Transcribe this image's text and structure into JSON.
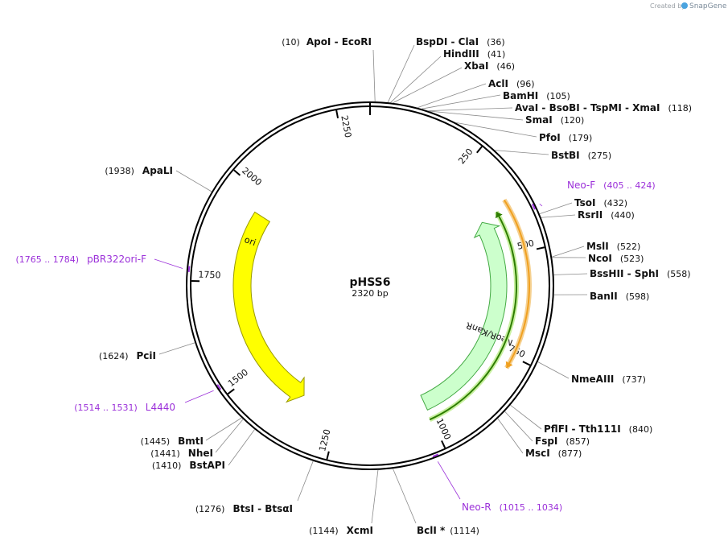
{
  "credit": {
    "prefix": "Created by",
    "brand": "SnapGene"
  },
  "plasmid": {
    "name": "pHSS6",
    "length_label": "2320 bp",
    "length": 2320
  },
  "ticks": [
    {
      "position": 250,
      "label": "250"
    },
    {
      "position": 500,
      "label": "500"
    },
    {
      "position": 750,
      "label": "750"
    },
    {
      "position": 1000,
      "label": "1000"
    },
    {
      "position": 1250,
      "label": "1250"
    },
    {
      "position": 1500,
      "label": "1500"
    },
    {
      "position": 1750,
      "label": "1750"
    },
    {
      "position": 2000,
      "label": "2000"
    },
    {
      "position": 2250,
      "label": "2250"
    }
  ],
  "features": [
    {
      "name": "ori",
      "start": 1360,
      "end": 1950,
      "direction": "reverse",
      "color": "#ffff00",
      "stroke": "#999900"
    },
    {
      "name": "NeoR/KanR",
      "start": 390,
      "end": 1000,
      "direction": "reverse",
      "color": "#ccffcc",
      "stroke": "#44aa44"
    }
  ],
  "orf_arrows": [
    {
      "start": 370,
      "end": 780,
      "direction": "forward",
      "color": "#f0a020",
      "edge": "#f5d090"
    },
    {
      "start": 385,
      "end": 1005,
      "direction": "reverse",
      "color": "#2e7d00",
      "edge": "#c8f0a0"
    }
  ],
  "sites": [
    {
      "names": "ApoI  -  EcoRI",
      "pos": "(10)"
    },
    {
      "names": "BspDI  -  ClaI",
      "pos": "(36)"
    },
    {
      "names": "HindIII",
      "pos": "(41)"
    },
    {
      "names": "XbaI",
      "pos": "(46)"
    },
    {
      "names": "AclI",
      "pos": "(96)"
    },
    {
      "names": "BamHI",
      "pos": "(105)"
    },
    {
      "names": "AvaI  -  BsoBI  -  TspMI  -  XmaI",
      "pos": "(118)"
    },
    {
      "names": "SmaI",
      "pos": "(120)"
    },
    {
      "names": "PfoI",
      "pos": "(179)"
    },
    {
      "names": "BstBI",
      "pos": "(275)"
    },
    {
      "names": "TsoI",
      "pos": "(432)"
    },
    {
      "names": "RsrII",
      "pos": "(440)"
    },
    {
      "names": "MslI",
      "pos": "(522)"
    },
    {
      "names": "NcoI",
      "pos": "(523)"
    },
    {
      "names": "BssHII  -  SphI",
      "pos": "(558)"
    },
    {
      "names": "BanII",
      "pos": "(598)"
    },
    {
      "names": "NmeAIII",
      "pos": "(737)"
    },
    {
      "names": "PflFI  -  Tth111I",
      "pos": "(840)"
    },
    {
      "names": "FspI",
      "pos": "(857)"
    },
    {
      "names": "MscI",
      "pos": "(877)"
    },
    {
      "names": "BclI *",
      "pos": "(1114)"
    },
    {
      "names": "XcmI",
      "pos": "(1144)"
    },
    {
      "names": "BtsI  -  BtsαI",
      "pos": "(1276)"
    },
    {
      "names": "BstAPI",
      "pos": "(1410)"
    },
    {
      "names": "NheI",
      "pos": "(1441)"
    },
    {
      "names": "BmtI",
      "pos": "(1445)"
    },
    {
      "names": "PciI",
      "pos": "(1624)"
    },
    {
      "names": "ApaLI",
      "pos": "(1938)"
    }
  ],
  "primers": [
    {
      "name": "Neo-F",
      "range": "(405 .. 424)",
      "position": 414
    },
    {
      "name": "Neo-R",
      "range": "(1015 .. 1034)",
      "position": 1024
    },
    {
      "name": "L4440",
      "range": "(1514 .. 1531)",
      "position": 1522
    },
    {
      "name": "pBR322ori-F",
      "range": "(1765 .. 1784)",
      "position": 1774
    }
  ]
}
